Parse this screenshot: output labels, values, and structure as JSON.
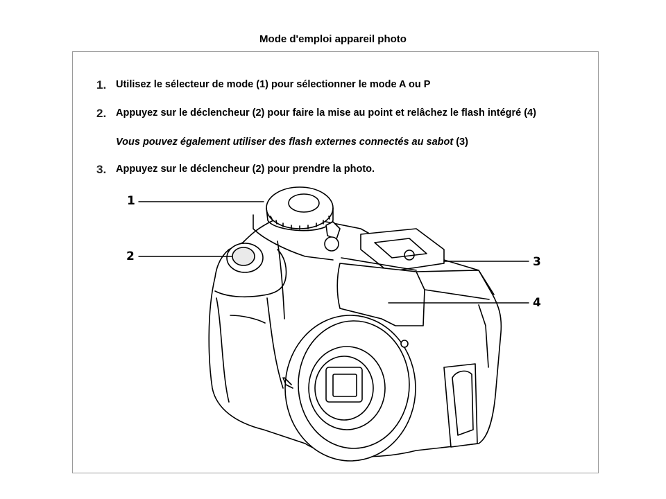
{
  "document": {
    "title": "Mode d'emploi appareil photo",
    "steps": [
      {
        "number": "1.",
        "text": "Utilisez le sélecteur de mode (1) pour sélectionner le mode A ou P"
      },
      {
        "number": "2.",
        "text": "Appuyez sur le déclencheur (2) pour faire la mise au point et relâchez le flash intégré (4)"
      },
      {
        "number": "3.",
        "text": "Appuyez sur le déclencheur (2) pour prendre la photo."
      }
    ],
    "note": {
      "italic": "Vous pouvez également utiliser des flash externes connectés au sabot",
      "suffix": " (3)"
    }
  },
  "illustration": {
    "callouts": [
      "1",
      "2",
      "3",
      "4"
    ],
    "icon": "camera-line-drawing"
  }
}
